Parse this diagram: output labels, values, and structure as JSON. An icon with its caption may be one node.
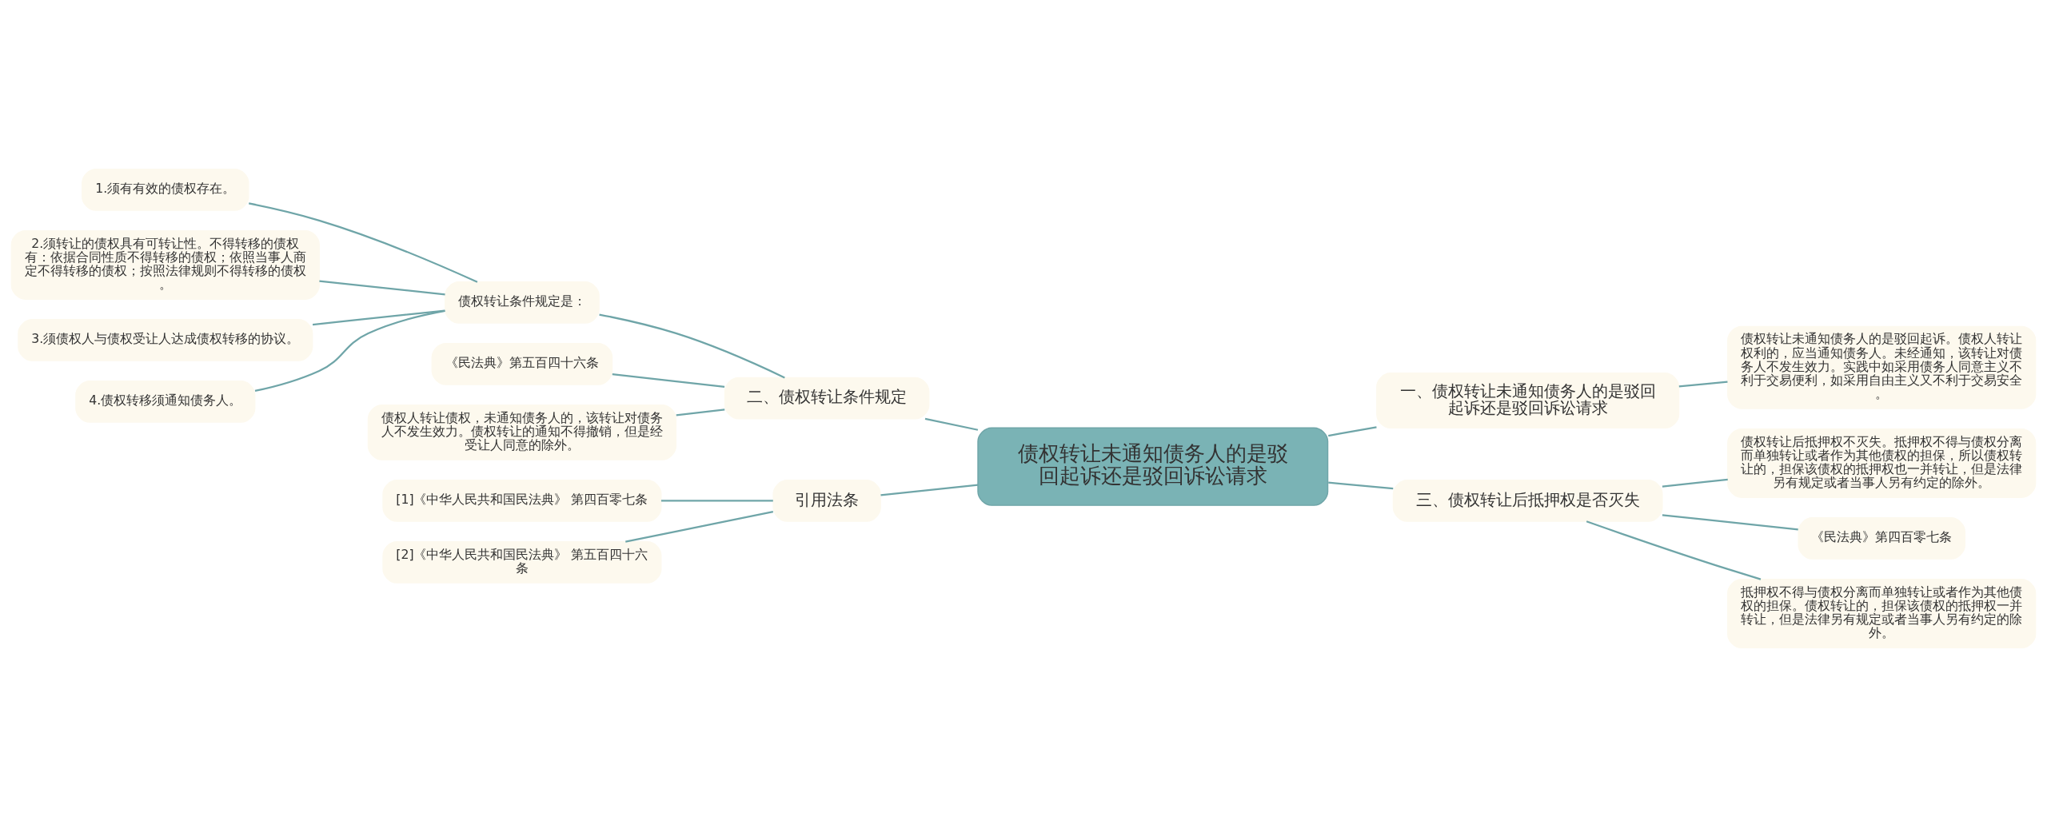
{
  "diagram": {
    "nodes": [
      {
        "text": [
          "债权转让未通知债务人的是驳回起诉还是驳回诉讼请求"
        ]
      },
      {
        "text": [
          "一、债权转让未通知债务人的是驳回起诉还是驳回诉讼请求"
        ]
      },
      {
        "text": [
          "债权转让未通知债务人的是驳回起诉。债权人转让权利的，应当通知债务人。未经通知，该转让对债务人不发生效力。实践中如采用债务人同意主义不利于交易便利，如采用自由主义又不利于交易安全。"
        ]
      },
      {
        "text": [
          "二、债权转让条件规定"
        ]
      },
      {
        "text": [
          "债权转让条件规定是："
        ]
      },
      {
        "text": [
          "1.须有有效的债权存在。"
        ]
      },
      {
        "text": [
          "2.须转让的债权具有可转让性。不得转移的债权有：依据合同性质不得转移的债权；依照当事人商定不得转移的债权；按照法律规则不得转移的债权。"
        ]
      },
      {
        "text": [
          "3.须债权人与债权受让人达成债权转移的协议。"
        ]
      },
      {
        "text": [
          "4.债权转移须通知债务人。"
        ]
      },
      {
        "text": [
          "《民法典》第五百四十六条"
        ]
      },
      {
        "text": [
          "债权人转让债权，未通知债务人的，该转让对债务人不发生效力。债权转让的通知不得撤销，但是经受让人同意的除外。"
        ]
      },
      {
        "text": [
          "三、债权转让后抵押权是否灭失"
        ]
      },
      {
        "text": [
          "债权转让后抵押权不灭失。抵押权不得与债权分离而单独转让或者作为其他债权的担保，所以债权转让的，担保该债权的抵押权也一并转让，但是法律另有规定或者当事人另有约定的除外。"
        ]
      },
      {
        "text": [
          "《民法典》第四百零七条"
        ]
      },
      {
        "text": [
          "抵押权不得与债权分离而单独转让或者作为其他债权的担保。债权转让的，担保该债权的抵押权一并转让，但是法律另有规定或者当事人另有约定的除外。"
        ]
      },
      {
        "text": [
          "引用法条"
        ]
      },
      {
        "text": [
          "[1]《中华人民共和国民法典》 第四百零七条"
        ]
      },
      {
        "text": [
          "[2]《中华人民共和国民法典》 第五百四十六条"
        ]
      }
    ],
    "edges": [
      {
        "from": 0,
        "to": 1,
        "arrow": "none"
      },
      {
        "from": 1,
        "to": 2,
        "arrow": "none"
      },
      {
        "from": 0,
        "to": 3,
        "arrow": "none"
      },
      {
        "from": 3,
        "to": 4,
        "arrow": "none"
      },
      {
        "from": 4,
        "to": 5,
        "arrow": "none"
      },
      {
        "from": 4,
        "to": 6,
        "arrow": "none"
      },
      {
        "from": 4,
        "to": 7,
        "arrow": "none"
      },
      {
        "from": 4,
        "to": 8,
        "arrow": "none"
      },
      {
        "from": 3,
        "to": 9,
        "arrow": "none"
      },
      {
        "from": 3,
        "to": 10,
        "arrow": "none"
      },
      {
        "from": 0,
        "to": 11,
        "arrow": "none"
      },
      {
        "from": 11,
        "to": 12,
        "arrow": "none"
      },
      {
        "from": 11,
        "to": 13,
        "arrow": "none"
      },
      {
        "from": 11,
        "to": 14,
        "arrow": "none"
      },
      {
        "from": 0,
        "to": 15,
        "arrow": "none"
      },
      {
        "from": 15,
        "to": 16,
        "arrow": "none"
      },
      {
        "from": 15,
        "to": 17,
        "arrow": "none"
      }
    ]
  }
}
